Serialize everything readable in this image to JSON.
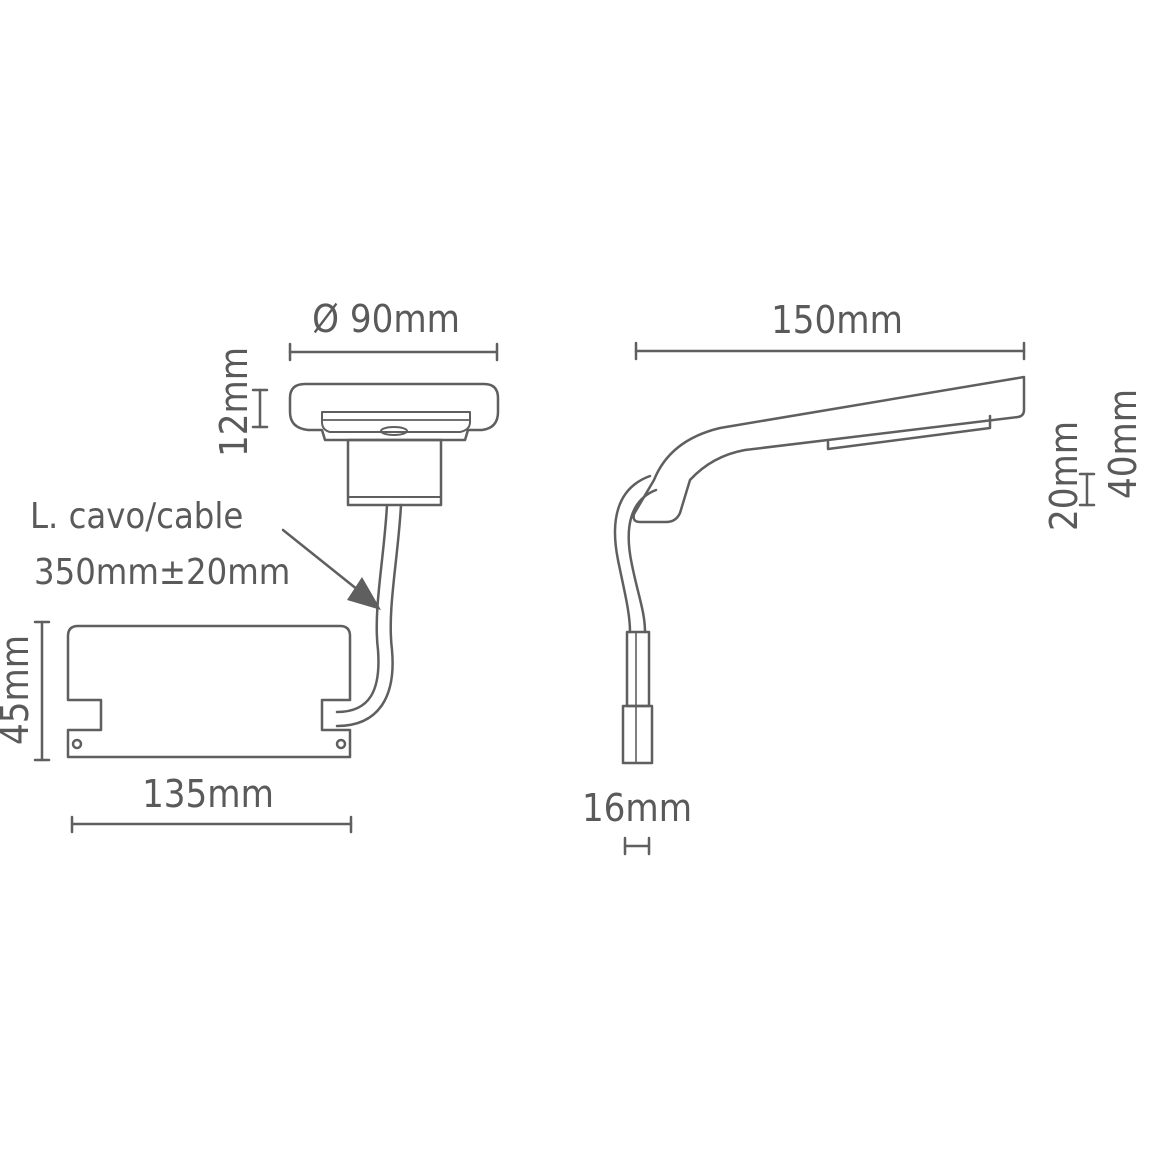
{
  "colors": {
    "line": "#5f5f5f",
    "text": "#5a5a5a",
    "arrow": "#5f5f5f",
    "background": "#ffffff"
  },
  "dimensions": {
    "diameter": "Ø 90mm",
    "cap_height": "12mm",
    "driver_height": "45mm",
    "driver_width": "135mm",
    "arm_length": "150mm",
    "light_height": "20mm",
    "arm_height": "40mm",
    "connector_width": "16mm"
  },
  "cable_note": {
    "line1": "L. cavo/cable",
    "line2": "350mm±20mm"
  }
}
